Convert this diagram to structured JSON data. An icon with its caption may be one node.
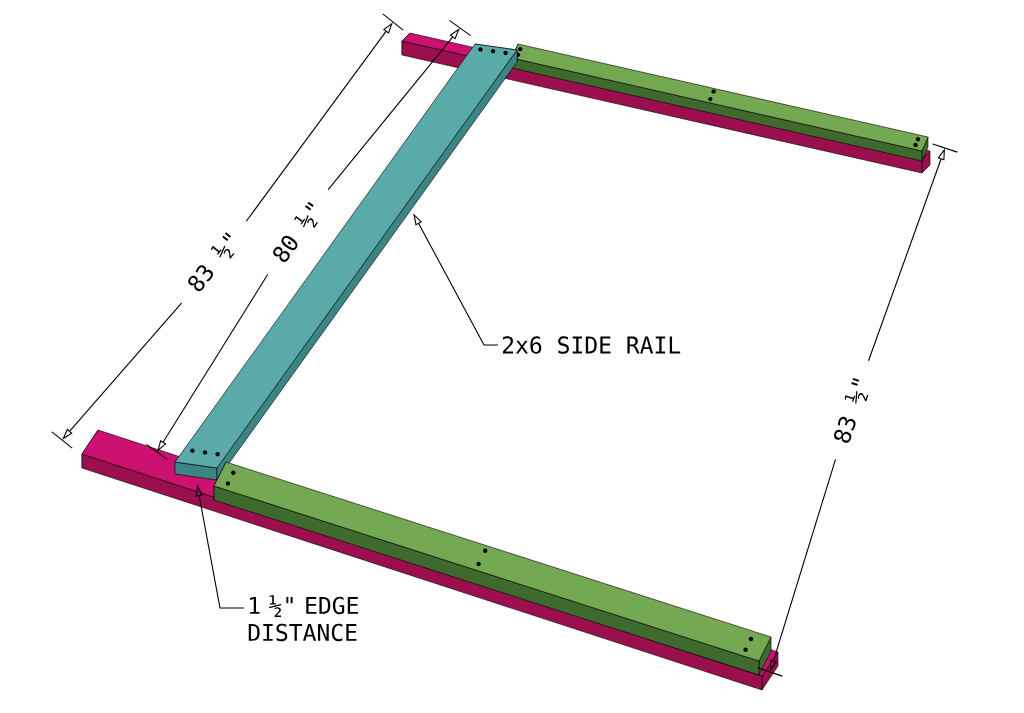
{
  "diagram": {
    "nodes": [
      {
        "text": [
          "2x6 SIDE RAIL"
        ]
      },
      {
        "text": [],
        "shape": "bar"
      },
      {
        "text": [
          "1 ½\" EDGE DISTANCE"
        ]
      },
      {
        "text": [],
        "shape": "bar"
      }
    ],
    "edges": [
      {
        "from": 0,
        "to": 1,
        "arrow": "to"
      },
      {
        "from": 2,
        "to": 3,
        "arrow": "to"
      }
    ],
    "labels": [
      "83 ½\"",
      "80 ½\"",
      "83 ½\""
    ]
  }
}
